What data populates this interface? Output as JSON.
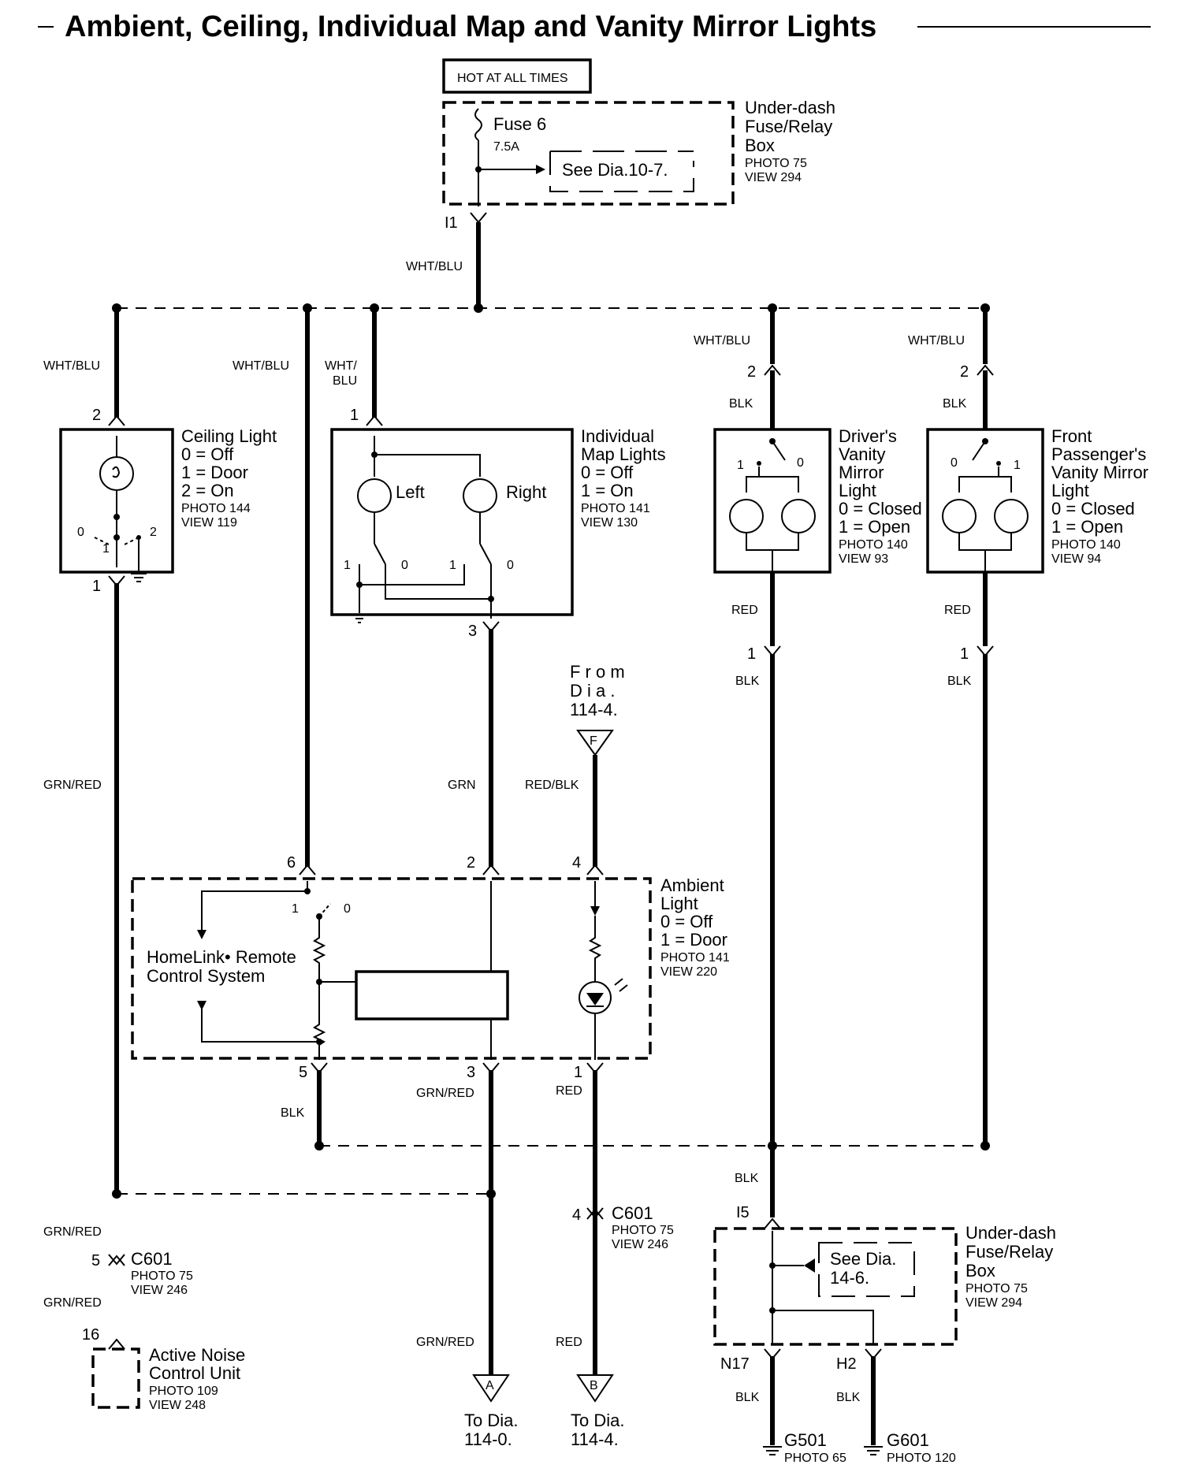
{
  "title": "Ambient, Ceiling, Individual Map and Vanity Mirror Lights",
  "hot_label": "HOT AT ALL TIMES",
  "fuse": {
    "name": "Fuse 6",
    "rating": "7.5A",
    "see": "See Dia.10-7."
  },
  "underdash_top": {
    "l1": "Under-dash",
    "l2": "Fuse/Relay",
    "l3": "Box",
    "photo": "PHOTO 75",
    "view": "VIEW 294"
  },
  "connector_i1": "I1",
  "wires": {
    "wht_blu": "WHT/BLU",
    "wht": "WHT/",
    "blu": "BLU",
    "blk": "BLK",
    "red": "RED",
    "grn_red": "GRN/RED",
    "grn": "GRN",
    "red_blk": "RED/BLK"
  },
  "ceiling": {
    "title": "Ceiling Light",
    "s0": "0 = Off",
    "s1": "1 = Door",
    "s2": "2 = On",
    "photo": "PHOTO 144",
    "view": "VIEW 119"
  },
  "map_lights": {
    "l1": "Individual",
    "l2": "Map Lights",
    "s0": "0 = Off",
    "s1": "1 = On",
    "photo": "PHOTO 141",
    "view": "VIEW 130",
    "left": "Left",
    "right": "Right"
  },
  "driver_mirror": {
    "l1": "Driver's",
    "l2": "Vanity",
    "l3": "Mirror",
    "l4": "Light",
    "s0": "0 = Closed",
    "s1": "1 = Open",
    "photo": "PHOTO 140",
    "view": "VIEW 93"
  },
  "pass_mirror": {
    "l1": "Front",
    "l2": "Passenger's",
    "l3": "Vanity Mirror",
    "l4": "Light",
    "s0": "0 = Closed",
    "s1": "1 = Open",
    "photo": "PHOTO 140",
    "view": "VIEW 94"
  },
  "ambient": {
    "l1": "Ambient",
    "l2": "Light",
    "s0": "0 = Off",
    "s1": "1 = Door",
    "photo": "PHOTO 141",
    "view": "VIEW 220",
    "homelink1": "HomeLink•  Remote",
    "homelink2": "Control System"
  },
  "from_dia": {
    "l1": "F r o m",
    "l2": "D i a .",
    "l3": "114-4.",
    "letter": "F"
  },
  "c601": {
    "name": "C601",
    "photo": "PHOTO 75",
    "view": "VIEW 246"
  },
  "anc": {
    "l1": "Active Noise",
    "l2": "Control Unit",
    "photo": "PHOTO 109",
    "view": "VIEW 248"
  },
  "to_a": {
    "letter": "A",
    "l1": "To Dia.",
    "l2": "114-0."
  },
  "to_b": {
    "letter": "B",
    "l1": "To Dia.",
    "l2": "114-4."
  },
  "underdash_bot": {
    "l1": "Under-dash",
    "l2": "Fuse/Relay",
    "l3": "Box",
    "photo": "PHOTO 75",
    "view": "VIEW 294",
    "see1": "See Dia.",
    "see2": "14-6.",
    "i5": "I5",
    "n17": "N17",
    "h2": "H2"
  },
  "g501": {
    "name": "G501",
    "photo": "PHOTO 65"
  },
  "g601": {
    "name": "G601",
    "photo": "PHOTO 120"
  },
  "pins": {
    "p0": "0",
    "p1": "1",
    "p2": "2",
    "p3": "3",
    "p4": "4",
    "p5": "5",
    "p6": "6",
    "p16": "16"
  }
}
